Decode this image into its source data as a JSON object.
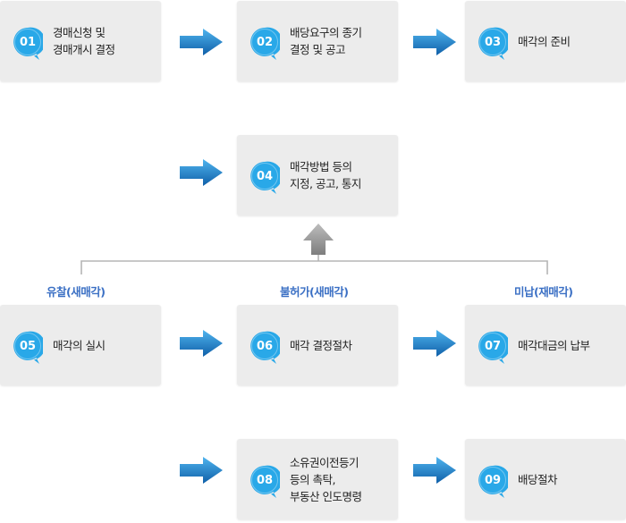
{
  "steps": [
    {
      "num": "01",
      "lines": [
        "경매신청 및",
        "경매개시 결정"
      ]
    },
    {
      "num": "02",
      "lines": [
        "배당요구의 종기",
        "결정 및 공고"
      ]
    },
    {
      "num": "03",
      "lines": [
        "매각의 준비"
      ]
    },
    {
      "num": "04",
      "lines": [
        "매각방법 등의",
        "지정, 공고, 통지"
      ]
    },
    {
      "num": "05",
      "lines": [
        "매각의 실시"
      ]
    },
    {
      "num": "06",
      "lines": [
        "매각 결정절차"
      ]
    },
    {
      "num": "07",
      "lines": [
        "매각대금의 납부"
      ]
    },
    {
      "num": "08",
      "lines": [
        "소유권이전등기",
        "등의 촉탁,",
        "부동산 인도명령"
      ]
    },
    {
      "num": "09",
      "lines": [
        "배당절차"
      ]
    }
  ],
  "branches": {
    "left": "유찰(새매각)",
    "middle": "불허가(새매각)",
    "right": "미납(재매각)"
  },
  "colors": {
    "box_bg": "#ececec",
    "badge_blue": "#29a8e8",
    "arrow_blue": "#1a7cc8",
    "branch_text": "#3a6fc4",
    "up_arrow_gray": "#8a8a8a"
  }
}
